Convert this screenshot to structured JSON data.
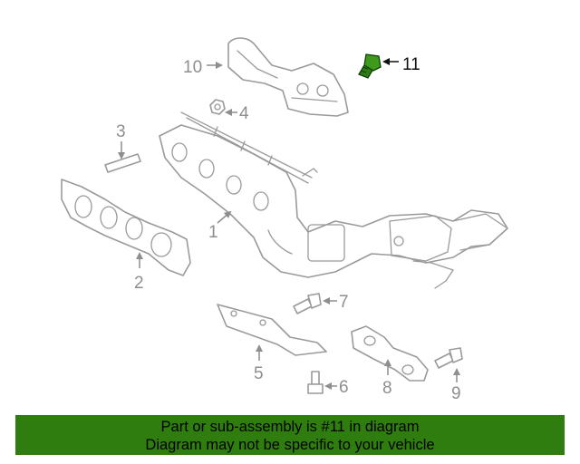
{
  "callouts": {
    "c1": "1",
    "c2": "2",
    "c3": "3",
    "c4": "4",
    "c5": "5",
    "c6": "6",
    "c7": "7",
    "c8": "8",
    "c9": "9",
    "c10": "10",
    "c11": "11"
  },
  "highlight": {
    "callout": "11",
    "color": "#2e7d14"
  },
  "banner": {
    "line1": "Part or sub-assembly is #11 in diagram",
    "line2": "Diagram may not be specific to your vehicle",
    "background": "#2f7d0f"
  }
}
